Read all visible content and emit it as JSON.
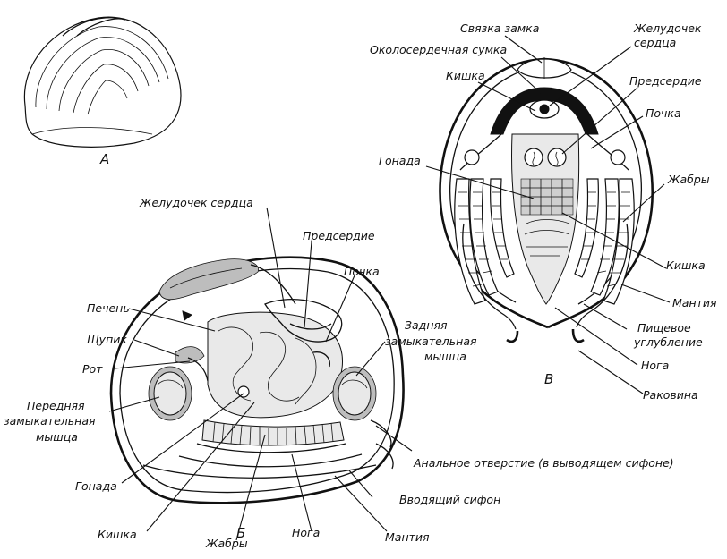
{
  "panels": {
    "a": "А",
    "b": "Б",
    "c": "В"
  },
  "labels_c": {
    "ligament": "Связка замка",
    "pericardium": "Околосердечная сумка",
    "ventricle_l1": "Желудочек",
    "ventricle_l2": "сердца",
    "intestine_top": "Кишка",
    "atrium": "Предсердие",
    "kidney": "Почка",
    "gonad": "Гонада",
    "gills": "Жабры",
    "intestine_bottom": "Кишка",
    "mantle": "Мантия",
    "food_groove_l1": "Пищевое",
    "food_groove_l2": "углубление",
    "foot": "Нога",
    "shell": "Раковина"
  },
  "labels_b": {
    "ventricle": "Желудочек сердца",
    "atrium": "Предсердие",
    "kidney": "Почка",
    "liver": "Печень",
    "palp": "Щупик",
    "mouth": "Рот",
    "anterior_adductor_l1": "Передняя",
    "anterior_adductor_l2": "замыкательная",
    "anterior_adductor_l3": "мышца",
    "posterior_adductor_l1": "Задняя",
    "posterior_adductor_l2": "замыкательная",
    "posterior_adductor_l3": "мышца",
    "anus": "Анальное отверстие (в выводящем сифоне)",
    "inhalant_siphon": "Вводящий сифон",
    "gonad": "Гонада",
    "intestine": "Кишка",
    "gills": "Жабры",
    "foot": "Нога",
    "mantle": "Мантия"
  }
}
